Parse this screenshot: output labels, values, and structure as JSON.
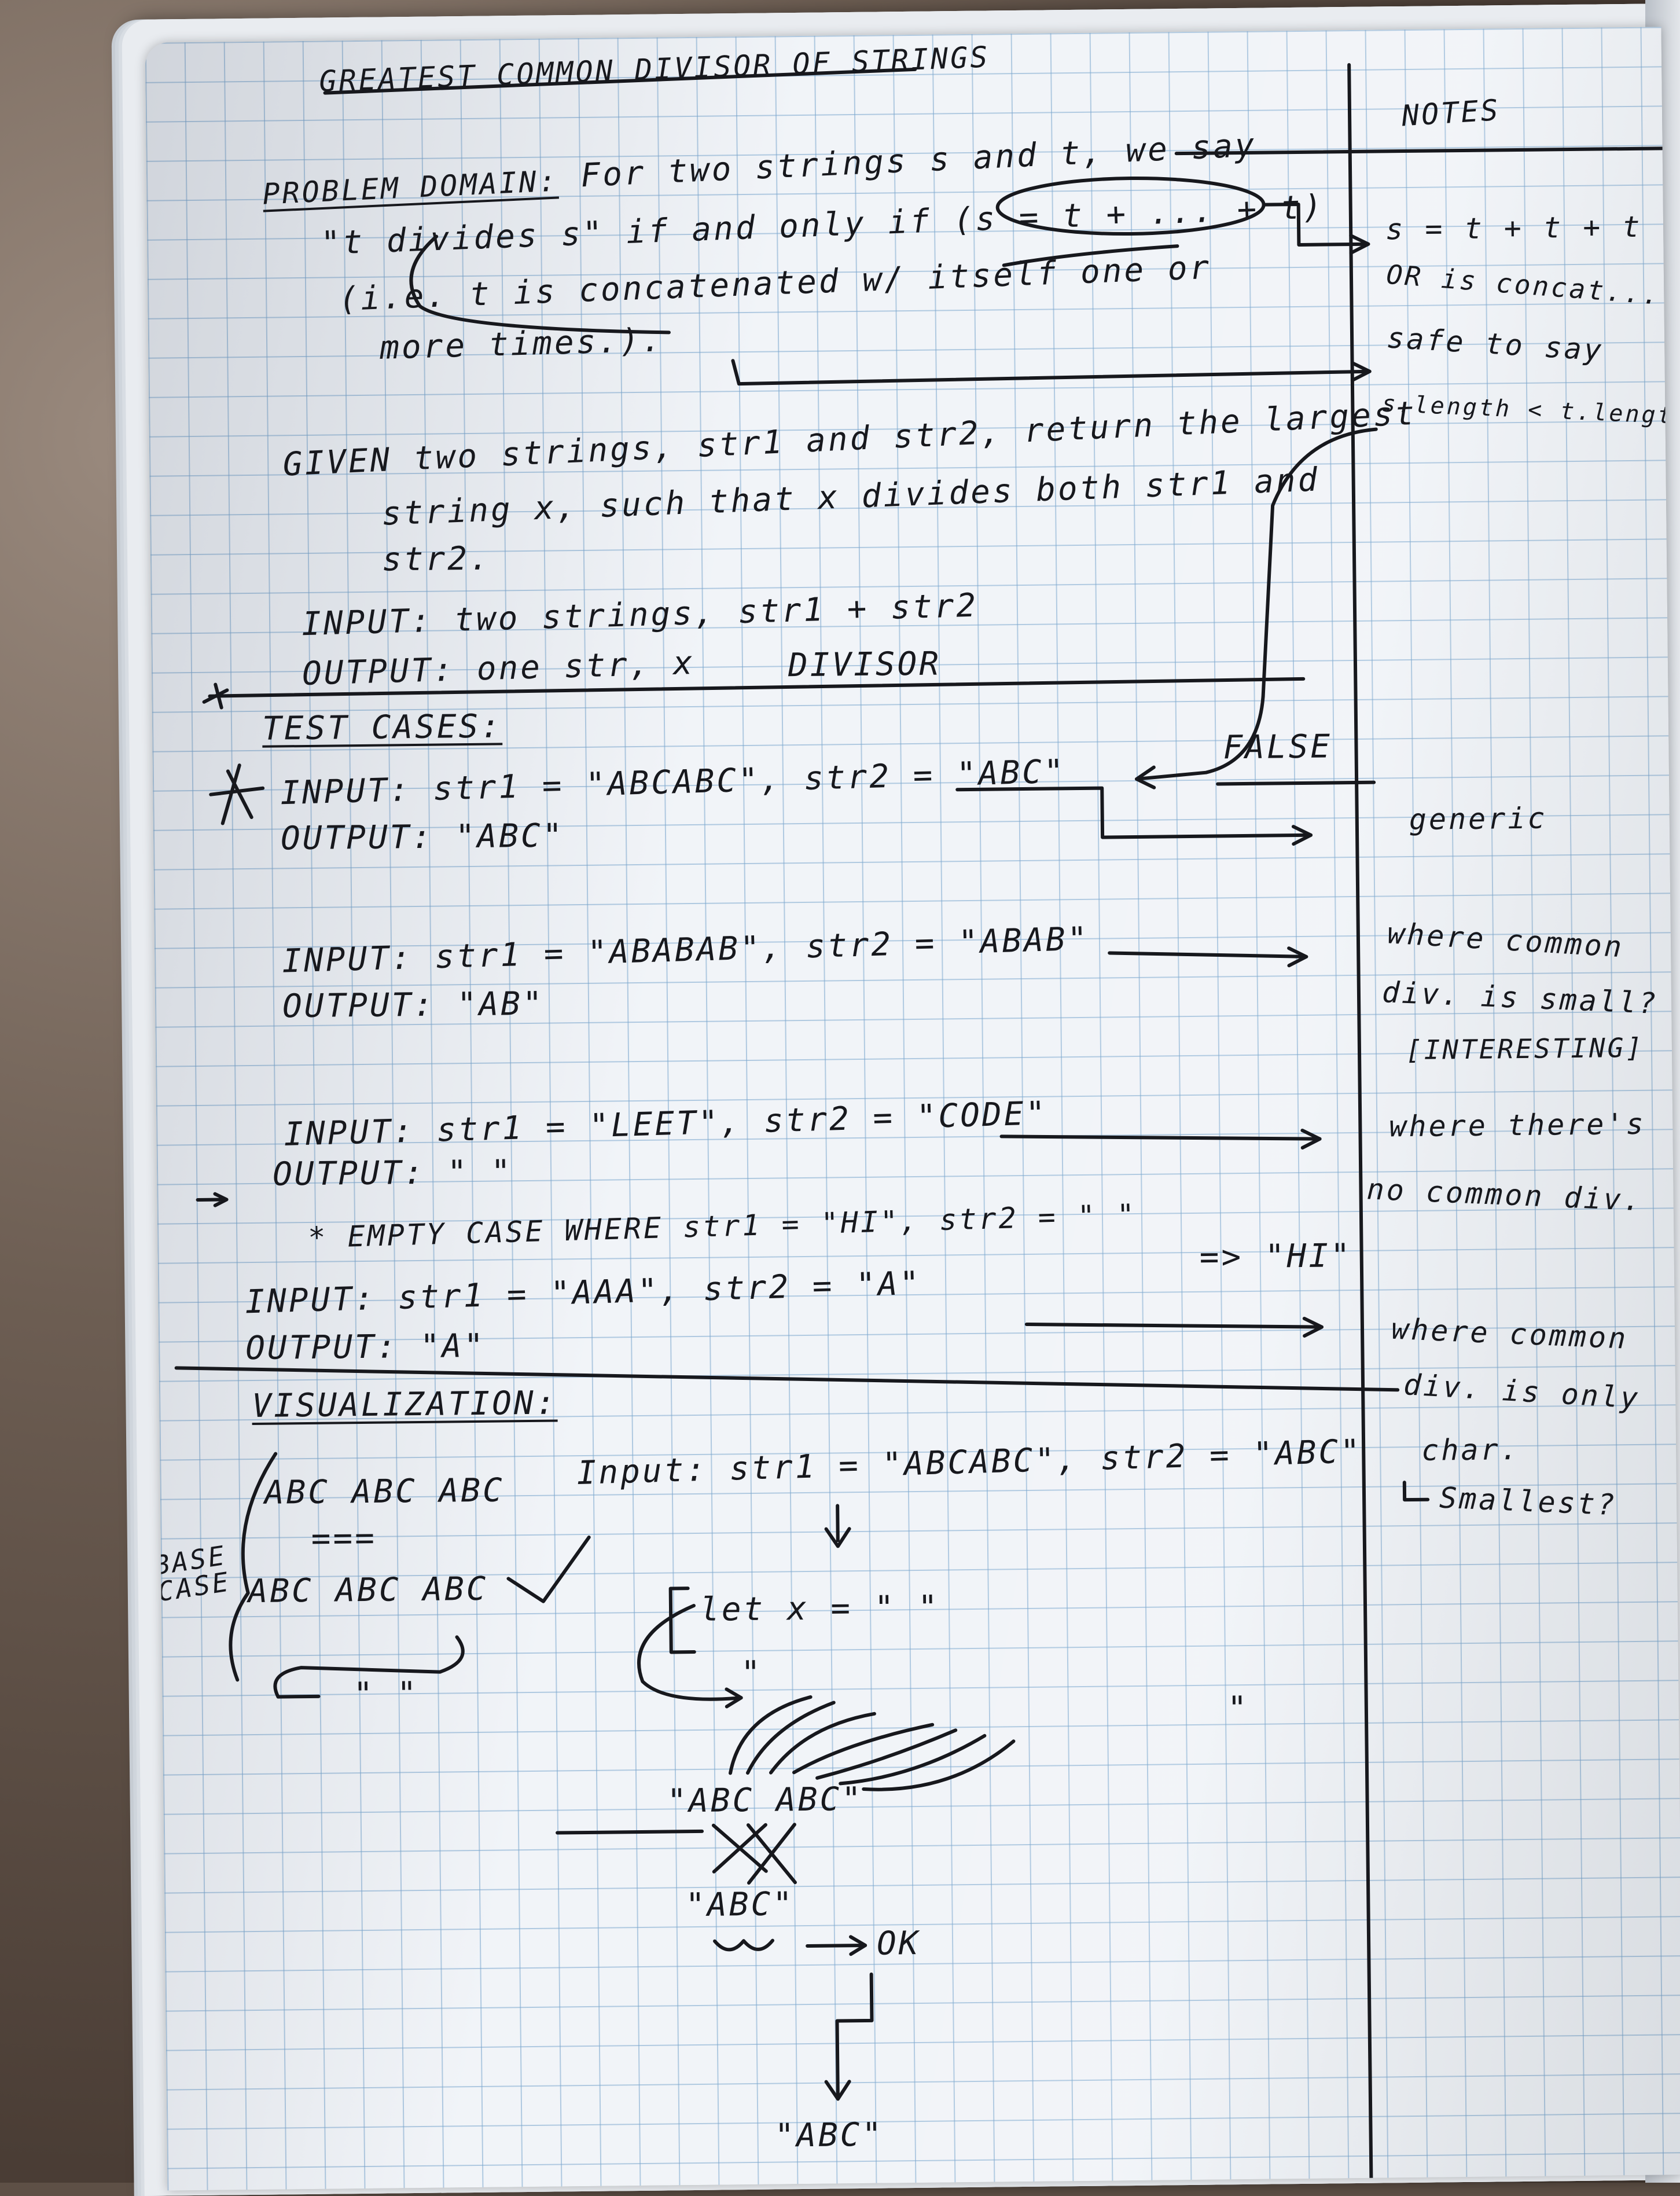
{
  "title": "GREATEST COMMON DIVISOR OF STRINGS",
  "notes_heading": "NOTES",
  "problem": {
    "label": "PROBLEM DOMAIN:",
    "line1": "For two strings s and t, we say",
    "line2": "\"t divides s\" if and only if (s = t + ... + t)",
    "line3": "(i.e. t is concatenated w/ itself one or",
    "line4": "more times.)."
  },
  "given": {
    "line1": "GIVEN two strings, str1 and str2, return the largest",
    "line2": "string x, such that x divides both str1 and",
    "line3": "str2."
  },
  "io": {
    "input": "INPUT: two strings, str1 + str2",
    "output": "OUTPUT: one str, x",
    "arrow_label": "DIVISOR"
  },
  "test_cases_heading": "TEST CASES:",
  "test_cases": [
    {
      "input": "INPUT: str1 = \"ABCABC\", str2 = \"ABC\"",
      "output": "OUTPUT: \"ABC\""
    },
    {
      "input": "INPUT: str1 = \"ABABAB\", str2 = \"ABAB\"",
      "output": "OUTPUT: \"AB\""
    },
    {
      "input": "INPUT: str1 = \"LEET\", str2 = \"CODE\"",
      "output": "OUTPUT: \" \""
    },
    {
      "input": "INPUT: str1 = \"AAA\", str2 = \"A\"",
      "output": "OUTPUT: \"A\""
    }
  ],
  "empty_case": "* EMPTY CASE WHERE str1 = \"HI\", str2 = \" \"",
  "empty_case_result": "=> \"HI\"",
  "visualization_heading": "VISUALIZATION:",
  "visualization": {
    "input_line": "Input: str1 = \"ABCABC\", str2 = \"ABC\"",
    "let_x": "let x = \" \"",
    "quote_mark": "\"",
    "abc_abc": "\"ABC ABC\"",
    "abc": "\"ABC\"",
    "ok": "OK",
    "result": "\"ABC\"",
    "base_case_label": "BASE CASE",
    "base_line1": "ABC ABC ABC",
    "base_eq": "===",
    "base_line2": "ABC ABC ABC",
    "base_empty": "\" \"",
    "check": "✓"
  },
  "notes": {
    "n1a": "s = t + t + t",
    "n1b": "OR is concat...",
    "n2a": "safe to say",
    "n2b": "s.length < t.length",
    "false_label": "FALSE",
    "generic": "generic",
    "n3a": "where common",
    "n3b": "div. is small?",
    "n3c": "[INTERESTING]",
    "n4a": "where there's",
    "n4b": "no common div.",
    "n5a": "where common",
    "n5b": "div. is only",
    "n5c": "char.",
    "n5d": "Smallest?"
  }
}
